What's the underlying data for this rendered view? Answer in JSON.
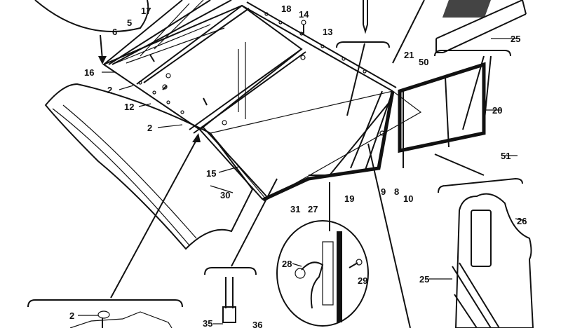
{
  "figure": {
    "callouts": [
      {
        "id": "c6",
        "text": "6"
      },
      {
        "id": "c5",
        "text": "5"
      },
      {
        "id": "c17",
        "text": "17"
      },
      {
        "id": "c18",
        "text": "18"
      },
      {
        "id": "c14",
        "text": "14"
      },
      {
        "id": "c13",
        "text": "13"
      },
      {
        "id": "c16",
        "text": "16"
      },
      {
        "id": "c2a",
        "text": "2"
      },
      {
        "id": "c12",
        "text": "12"
      },
      {
        "id": "c2b",
        "text": "2"
      },
      {
        "id": "c21",
        "text": "21"
      },
      {
        "id": "c50",
        "text": "50"
      },
      {
        "id": "c25a",
        "text": "25"
      },
      {
        "id": "c20",
        "text": "20"
      },
      {
        "id": "c51",
        "text": "51"
      },
      {
        "id": "c15",
        "text": "15"
      },
      {
        "id": "c30",
        "text": "30"
      },
      {
        "id": "c9",
        "text": "9"
      },
      {
        "id": "c8",
        "text": "8"
      },
      {
        "id": "c10",
        "text": "10"
      },
      {
        "id": "c31",
        "text": "31"
      },
      {
        "id": "c27",
        "text": "27"
      },
      {
        "id": "c19",
        "text": "19"
      },
      {
        "id": "c26",
        "text": "26"
      },
      {
        "id": "c28",
        "text": "28"
      },
      {
        "id": "c29",
        "text": "29"
      },
      {
        "id": "c25b",
        "text": "25"
      },
      {
        "id": "c2c",
        "text": "2"
      },
      {
        "id": "c35",
        "text": "35"
      },
      {
        "id": "c36",
        "text": "36"
      }
    ]
  }
}
